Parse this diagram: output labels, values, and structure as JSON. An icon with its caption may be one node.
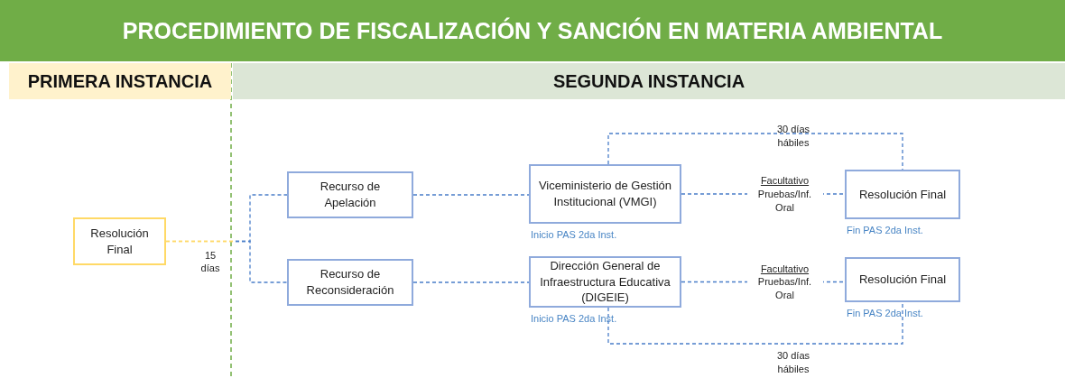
{
  "diagram": {
    "title": "PROCEDIMIENTO DE FISCALIZACIÓN Y SANCIÓN EN MATERIA AMBIENTAL",
    "nodes": [
      {
        "text": [
          "PRIMERA INSTANCIA"
        ]
      },
      {
        "text": [
          "SEGUNDA INSTANCIA"
        ]
      },
      {
        "text": [
          "Resolución Final"
        ]
      },
      {
        "text": [
          "Recurso de Apelación"
        ]
      },
      {
        "text": [
          "Recurso de Reconsideración"
        ]
      },
      {
        "text": [
          "Viceministerio de Gestión Institucional (VMGI)"
        ],
        "beside": [
          "Inicio PAS 2da Inst."
        ]
      },
      {
        "text": [
          "Resolución Final"
        ],
        "beside": [
          "Fin PAS 2da Inst."
        ]
      },
      {
        "text": [
          "Dirección General de Infraestructura Educativa (DIGEIE)"
        ],
        "beside": [
          "Inicio PAS 2da Inst."
        ]
      },
      {
        "text": [
          "Resolución Final"
        ],
        "beside": [
          "Fin PAS 2da Inst."
        ]
      }
    ],
    "edges": [
      {
        "from": 2,
        "to": 3,
        "arrow": "none",
        "label": "15 días"
      },
      {
        "from": 2,
        "to": 4,
        "arrow": "none"
      },
      {
        "from": 3,
        "to": 5,
        "arrow": "none"
      },
      {
        "from": 4,
        "to": 7,
        "arrow": "none"
      },
      {
        "from": 5,
        "to": 6,
        "arrow": "none",
        "label": "Facultativo Pruebas/Inf. Oral"
      },
      {
        "from": 5,
        "to": 6,
        "arrow": "none",
        "label": "30 días hábiles"
      },
      {
        "from": 7,
        "to": 8,
        "arrow": "none",
        "label": "Facultativo Pruebas/Inf. Oral"
      },
      {
        "from": 7,
        "to": 8,
        "arrow": "none",
        "label": "30 días hábiles"
      }
    ]
  }
}
